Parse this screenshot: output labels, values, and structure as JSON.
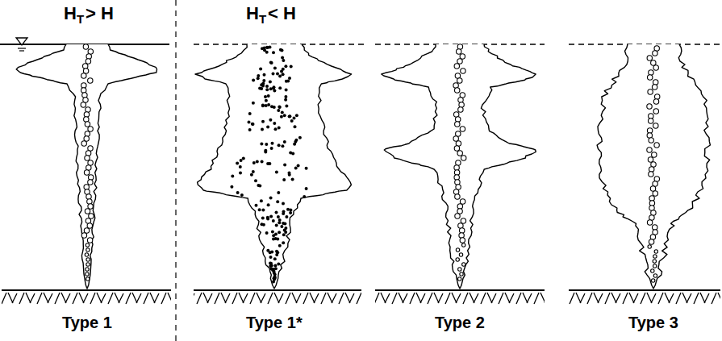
{
  "diagram": {
    "labels": [
      "H",
      "T",
      "> H",
      "H",
      "T",
      "< H",
      "Type 1",
      "Type 1*",
      "Type 2",
      "Type 3"
    ]
  }
}
